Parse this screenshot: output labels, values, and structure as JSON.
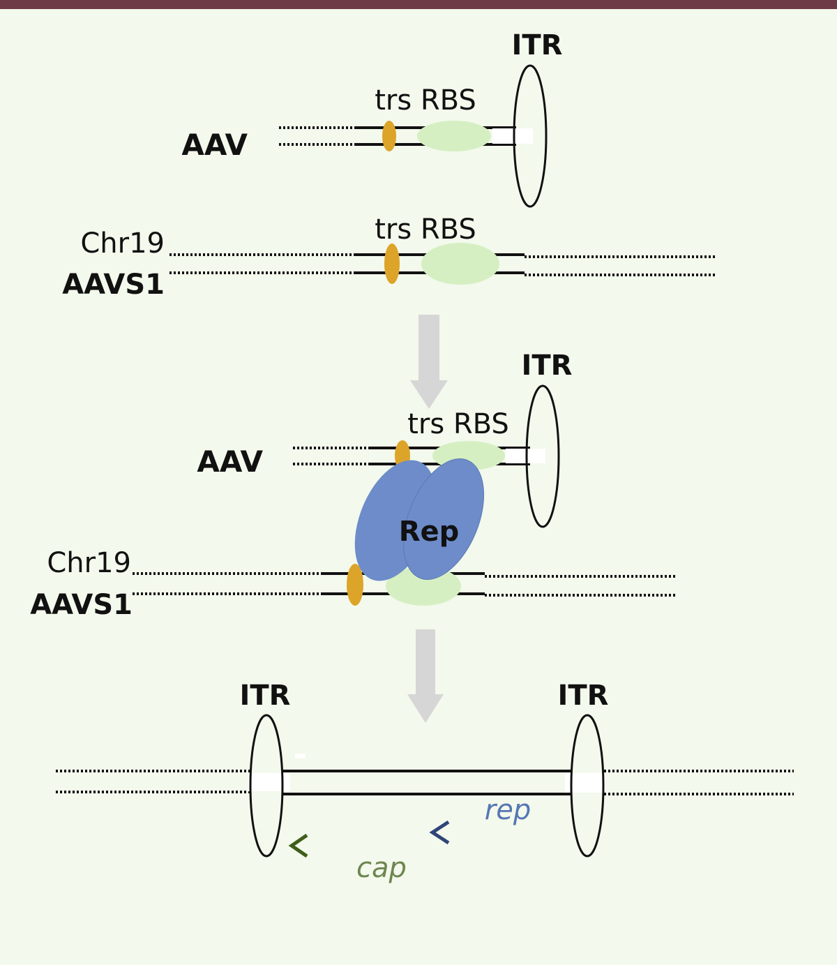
{
  "colors": {
    "background": "#f3f9ec",
    "top_bar": "#6e3a48",
    "trs": "#dda42a",
    "rbs": "#d5efc2",
    "rep_protein": "#6d8cc9",
    "arrow": "#d6d6d6",
    "rep_arrow": "#4e6bab",
    "cap_arrow": "#5b7f35",
    "rep_label": "#5676b4",
    "cap_label": "#6e8650"
  },
  "panel1": {
    "itr": "ITR",
    "trs_rbs": "trs RBS",
    "molecule": "AAV"
  },
  "panel2": {
    "chr": "Chr19",
    "site": "AAVS1",
    "trs_rbs": "trs RBS"
  },
  "panel3": {
    "itr": "ITR",
    "trs_rbs": "trs RBS",
    "molecule": "AAV",
    "protein": "Rep",
    "chr": "Chr19",
    "site": "AAVS1"
  },
  "panel4": {
    "itr_left": "ITR",
    "itr_right": "ITR",
    "gene_rep": "rep",
    "gene_cap": "cap"
  }
}
